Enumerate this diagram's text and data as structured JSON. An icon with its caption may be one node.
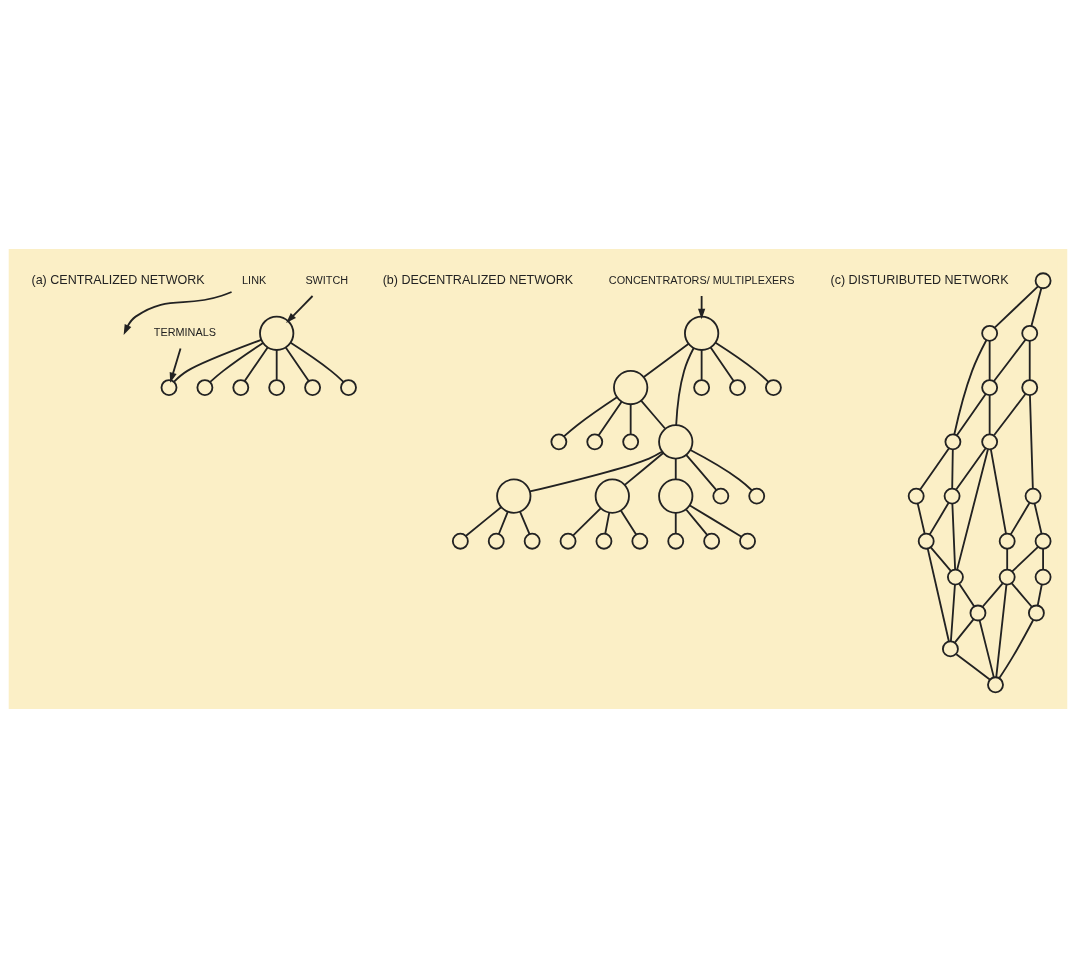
{
  "diagram": {
    "nodes": [
      {
        "text": [
          "SWITCH"
        ]
      },
      {
        "text": [
          "TERMINALS"
        ]
      },
      {
        "text": [
          "LINK"
        ]
      },
      {
        "text": [],
        "shape": "circle"
      },
      {
        "text": [],
        "shape": "circle"
      },
      {
        "text": [],
        "shape": "circle"
      },
      {
        "text": [],
        "shape": "circle"
      },
      {
        "text": [],
        "shape": "circle"
      },
      {
        "text": [],
        "shape": "circle"
      },
      {
        "text": [],
        "shape": "circle"
      },
      {
        "text": [
          "CONCENTRATORS/ MULTIPLEXERS"
        ]
      },
      {
        "text": [],
        "shape": "circle"
      },
      {
        "text": [],
        "shape": "circle"
      },
      {
        "text": [],
        "shape": "circle"
      },
      {
        "text": [],
        "shape": "circle"
      },
      {
        "text": [],
        "shape": "circle"
      },
      {
        "text": [],
        "shape": "circle"
      },
      {
        "text": [],
        "shape": "circle"
      },
      {
        "text": [],
        "shape": "circle"
      },
      {
        "text": [],
        "shape": "circle"
      },
      {
        "text": [],
        "shape": "circle"
      },
      {
        "text": [],
        "shape": "circle"
      },
      {
        "text": [],
        "shape": "circle"
      },
      {
        "text": [],
        "shape": "circle"
      },
      {
        "text": [],
        "shape": "circle"
      },
      {
        "text": [],
        "shape": "circle"
      },
      {
        "text": [],
        "shape": "circle"
      },
      {
        "text": [],
        "shape": "circle"
      },
      {
        "text": [],
        "shape": "circle"
      },
      {
        "text": [],
        "shape": "circle"
      },
      {
        "text": [],
        "shape": "circle"
      },
      {
        "text": [],
        "shape": "circle"
      },
      {
        "text": [],
        "shape": "circle"
      },
      {
        "text": [],
        "shape": "circle"
      },
      {
        "text": [],
        "shape": "circle"
      },
      {
        "text": [],
        "shape": "circle"
      },
      {
        "text": [],
        "shape": "circle"
      },
      {
        "text": [],
        "shape": "circle"
      },
      {
        "text": [],
        "shape": "circle"
      },
      {
        "text": [],
        "shape": "circle"
      },
      {
        "text": [],
        "shape": "circle"
      },
      {
        "text": [],
        "shape": "circle"
      },
      {
        "text": [],
        "shape": "circle"
      },
      {
        "text": [],
        "shape": "circle"
      },
      {
        "text": [],
        "shape": "circle"
      },
      {
        "text": [],
        "shape": "circle"
      },
      {
        "text": [],
        "shape": "circle"
      },
      {
        "text": [],
        "shape": "circle"
      },
      {
        "text": [],
        "shape": "circle"
      },
      {
        "text": [],
        "shape": "circle"
      },
      {
        "text": [],
        "shape": "circle"
      },
      {
        "text": [],
        "shape": "circle"
      },
      {
        "text": [],
        "shape": "circle"
      },
      {
        "text": [],
        "shape": "circle"
      }
    ],
    "edges": [
      {
        "from": 3,
        "to": 4,
        "arrow": "none"
      },
      {
        "from": 3,
        "to": 5,
        "arrow": "none"
      },
      {
        "from": 3,
        "to": 6,
        "arrow": "none"
      },
      {
        "from": 3,
        "to": 7,
        "arrow": "none"
      },
      {
        "from": 3,
        "to": 8,
        "arrow": "none"
      },
      {
        "from": 3,
        "to": 9,
        "arrow": "none"
      },
      {
        "from": 0,
        "to": 3,
        "arrow": "to"
      },
      {
        "from": 1,
        "to": 6,
        "arrow": "to"
      },
      {
        "from": 2,
        "to": null,
        "arrow": "to"
      },
      {
        "from": 10,
        "to": 11,
        "arrow": "to"
      },
      {
        "from": 11,
        "to": 12,
        "arrow": "none"
      },
      {
        "from": 11,
        "to": 13,
        "arrow": "none"
      },
      {
        "from": 12,
        "to": 13,
        "arrow": "none"
      },
      {
        "from": 13,
        "to": 14,
        "arrow": "none"
      },
      {
        "from": 13,
        "to": 15,
        "arrow": "none"
      },
      {
        "from": 13,
        "to": 16,
        "arrow": "none"
      },
      {
        "from": 11,
        "to": 17,
        "arrow": "none"
      },
      {
        "from": 11,
        "to": 18,
        "arrow": "none"
      },
      {
        "from": 11,
        "to": 19,
        "arrow": "none"
      },
      {
        "from": 12,
        "to": 20,
        "arrow": "none"
      },
      {
        "from": 12,
        "to": 21,
        "arrow": "none"
      },
      {
        "from": 12,
        "to": 22,
        "arrow": "none"
      },
      {
        "from": 13,
        "to": 23,
        "arrow": "none"
      },
      {
        "from": 13,
        "to": 24,
        "arrow": "none"
      },
      {
        "from": 14,
        "to": 25,
        "arrow": "none"
      },
      {
        "from": 14,
        "to": 26,
        "arrow": "none"
      },
      {
        "from": 14,
        "to": 27,
        "arrow": "none"
      },
      {
        "from": 15,
        "to": 28,
        "arrow": "none"
      },
      {
        "from": 15,
        "to": 29,
        "arrow": "none"
      },
      {
        "from": 15,
        "to": 30,
        "arrow": "none"
      },
      {
        "from": 16,
        "to": 31,
        "arrow": "none"
      },
      {
        "from": 16,
        "to": 32,
        "arrow": "none"
      },
      {
        "from": 16,
        "to": 33,
        "arrow": "none"
      },
      {
        "from": 34,
        "to": 35,
        "arrow": "none"
      },
      {
        "from": 34,
        "to": 36,
        "arrow": "none"
      },
      {
        "from": 35,
        "to": 37,
        "arrow": "none"
      },
      {
        "from": 35,
        "to": 38,
        "arrow": "none"
      },
      {
        "from": 36,
        "to": 37,
        "arrow": "none"
      },
      {
        "from": 37,
        "to": 38,
        "arrow": "none"
      },
      {
        "from": 38,
        "to": 39,
        "arrow": "none"
      },
      {
        "from": 36,
        "to": 40,
        "arrow": "none"
      },
      {
        "from": 37,
        "to": 41,
        "arrow": "none"
      },
      {
        "from": 38,
        "to": 42,
        "arrow": "none"
      },
      {
        "from": 39,
        "to": 43,
        "arrow": "none"
      },
      {
        "from": 40,
        "to": 41,
        "arrow": "none"
      },
      {
        "from": 41,
        "to": 42,
        "arrow": "none"
      },
      {
        "from": 41,
        "to": 46,
        "arrow": "none"
      },
      {
        "from": 42,
        "to": 43,
        "arrow": "none"
      },
      {
        "from": 43,
        "to": 46,
        "arrow": "none"
      },
      {
        "from": 40,
        "to": 44,
        "arrow": "none"
      },
      {
        "from": 41,
        "to": 45,
        "arrow": "none"
      },
      {
        "from": 42,
        "to": 46,
        "arrow": "none"
      },
      {
        "from": 44,
        "to": 45,
        "arrow": "none"
      },
      {
        "from": 44,
        "to": 47,
        "arrow": "none"
      },
      {
        "from": 45,
        "to": 48,
        "arrow": "none"
      },
      {
        "from": 46,
        "to": 49,
        "arrow": "none"
      },
      {
        "from": 46,
        "to": 50,
        "arrow": "none"
      },
      {
        "from": 43,
        "to": 50,
        "arrow": "none"
      },
      {
        "from": 47,
        "to": 48,
        "arrow": "none"
      },
      {
        "from": 48,
        "to": 49,
        "arrow": "none"
      },
      {
        "from": 49,
        "to": 50,
        "arrow": "none"
      },
      {
        "from": 47,
        "to": 51,
        "arrow": "none"
      },
      {
        "from": 48,
        "to": 52,
        "arrow": "none"
      },
      {
        "from": 48,
        "to": 53,
        "arrow": "none"
      },
      {
        "from": 49,
        "to": 53,
        "arrow": "none"
      },
      {
        "from": 50,
        "to": 53,
        "arrow": "none"
      },
      {
        "from": 51,
        "to": 52,
        "arrow": "none"
      },
      {
        "from": 52,
        "to": 53,
        "arrow": "none"
      }
    ],
    "labels": [
      "(a) CENTRALIZED NETWORK",
      "(b) DECENTRALIZED NETWORK",
      "(c) DISTURIBUTED NETWORK"
    ]
  }
}
